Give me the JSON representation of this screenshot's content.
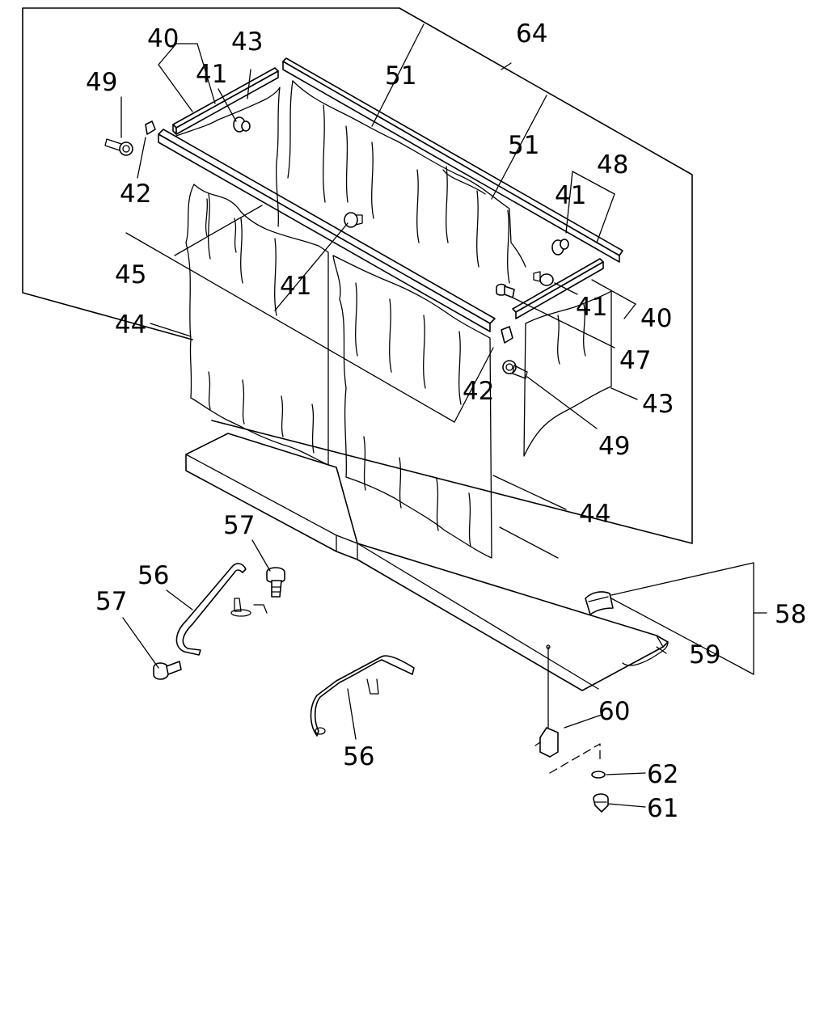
{
  "callouts": {
    "c64": "64",
    "c40a": "40",
    "c43a": "43",
    "c49a": "49",
    "c41a": "41",
    "c51a": "51",
    "c51b": "51",
    "c48": "48",
    "c42a": "42",
    "c41b": "41",
    "c45": "45",
    "c41c": "41",
    "c41d": "41",
    "c40b": "40",
    "c44a": "44",
    "c47": "47",
    "c42b": "42",
    "c43b": "43",
    "c49b": "49",
    "c44b": "44",
    "c57a": "57",
    "c56a": "56",
    "c57b": "57",
    "c58": "58",
    "c59": "59",
    "c60": "60",
    "c56b": "56",
    "c62": "62",
    "c61": "61"
  }
}
